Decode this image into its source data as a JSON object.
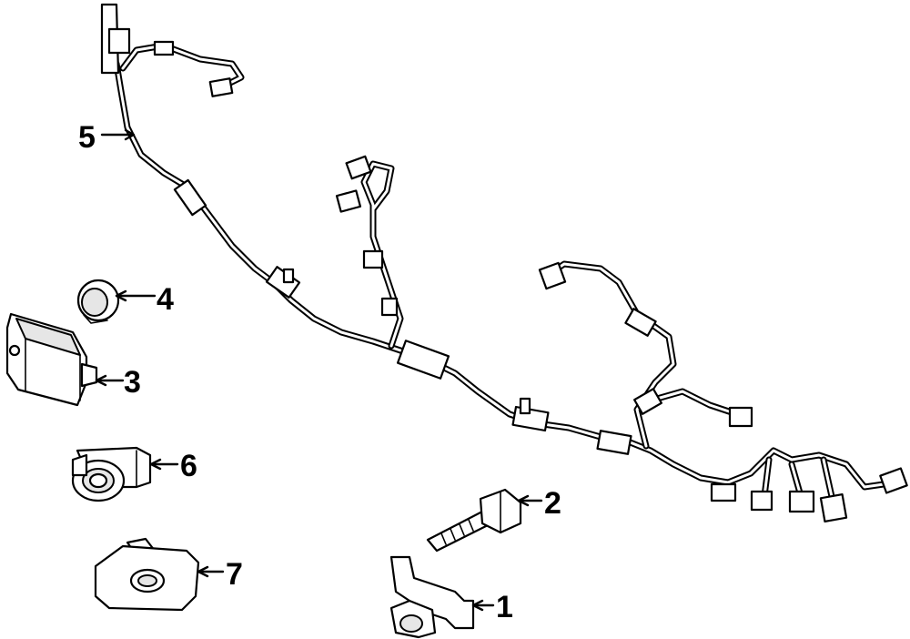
{
  "callouts": [
    {
      "number": "1",
      "part": "sensor-bracket"
    },
    {
      "number": "2",
      "part": "bolt"
    },
    {
      "number": "3",
      "part": "control-module"
    },
    {
      "number": "4",
      "part": "nut"
    },
    {
      "number": "5",
      "part": "wiring-harness"
    },
    {
      "number": "6",
      "part": "park-sensor"
    },
    {
      "number": "7",
      "part": "sensor-retainer"
    }
  ]
}
